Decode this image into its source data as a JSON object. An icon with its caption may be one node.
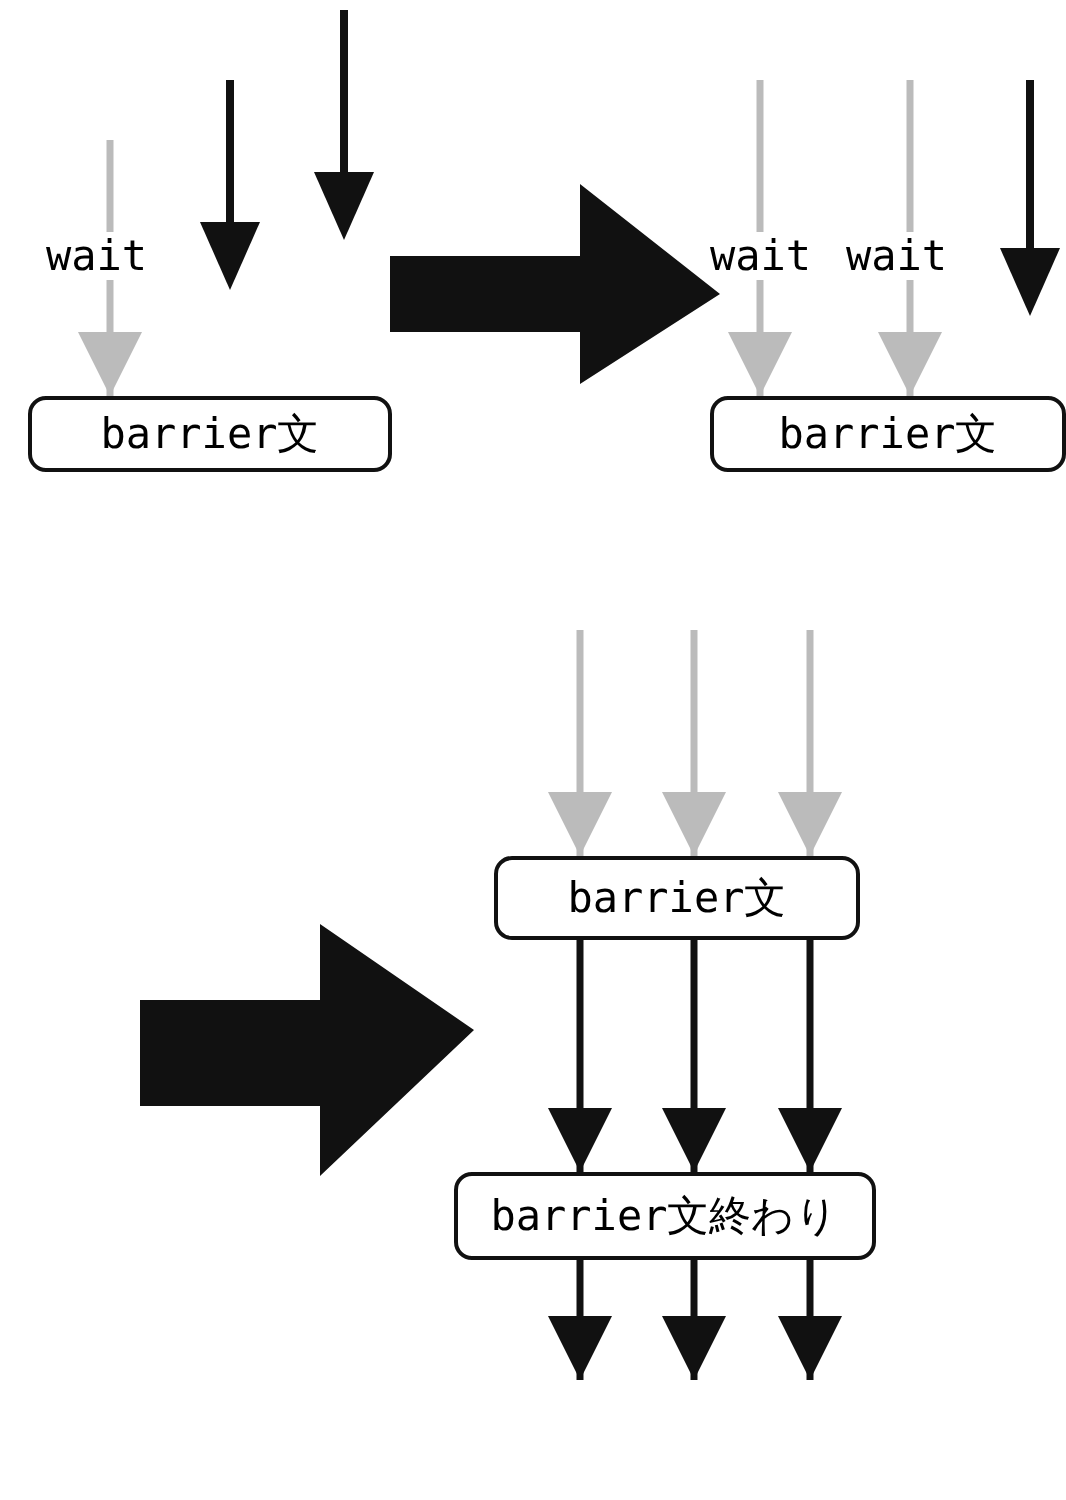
{
  "diagram": {
    "nodes": [
      {
        "text": [
          "barrier文"
        ]
      },
      {
        "text": [
          "barrier文"
        ]
      },
      {
        "text": [
          "barrier文"
        ]
      },
      {
        "text": [
          "barrier文終わり"
        ]
      }
    ],
    "edges": [
      {
        "from": null,
        "to": 0,
        "arrow": "to",
        "color": "#bbbbbb"
      },
      {
        "from": null,
        "to": 1,
        "arrow": "to",
        "color": "#bbbbbb"
      },
      {
        "from": null,
        "to": 1,
        "arrow": "to",
        "color": "#bbbbbb"
      },
      {
        "from": null,
        "to": 2,
        "arrow": "to",
        "color": "#bbbbbb"
      },
      {
        "from": null,
        "to": 2,
        "arrow": "to",
        "color": "#bbbbbb"
      },
      {
        "from": null,
        "to": 2,
        "arrow": "to",
        "color": "#bbbbbb"
      },
      {
        "from": 2,
        "to": 3,
        "arrow": "to",
        "color": "#111111"
      },
      {
        "from": 2,
        "to": 3,
        "arrow": "to",
        "color": "#111111"
      },
      {
        "from": 2,
        "to": 3,
        "arrow": "to",
        "color": "#111111"
      },
      {
        "from": 3,
        "to": null,
        "arrow": "to",
        "color": "#111111"
      },
      {
        "from": 3,
        "to": null,
        "arrow": "to",
        "color": "#111111"
      },
      {
        "from": 3,
        "to": null,
        "arrow": "to",
        "color": "#111111"
      }
    ],
    "labels": [
      "wait",
      "wait",
      "wait"
    ]
  }
}
